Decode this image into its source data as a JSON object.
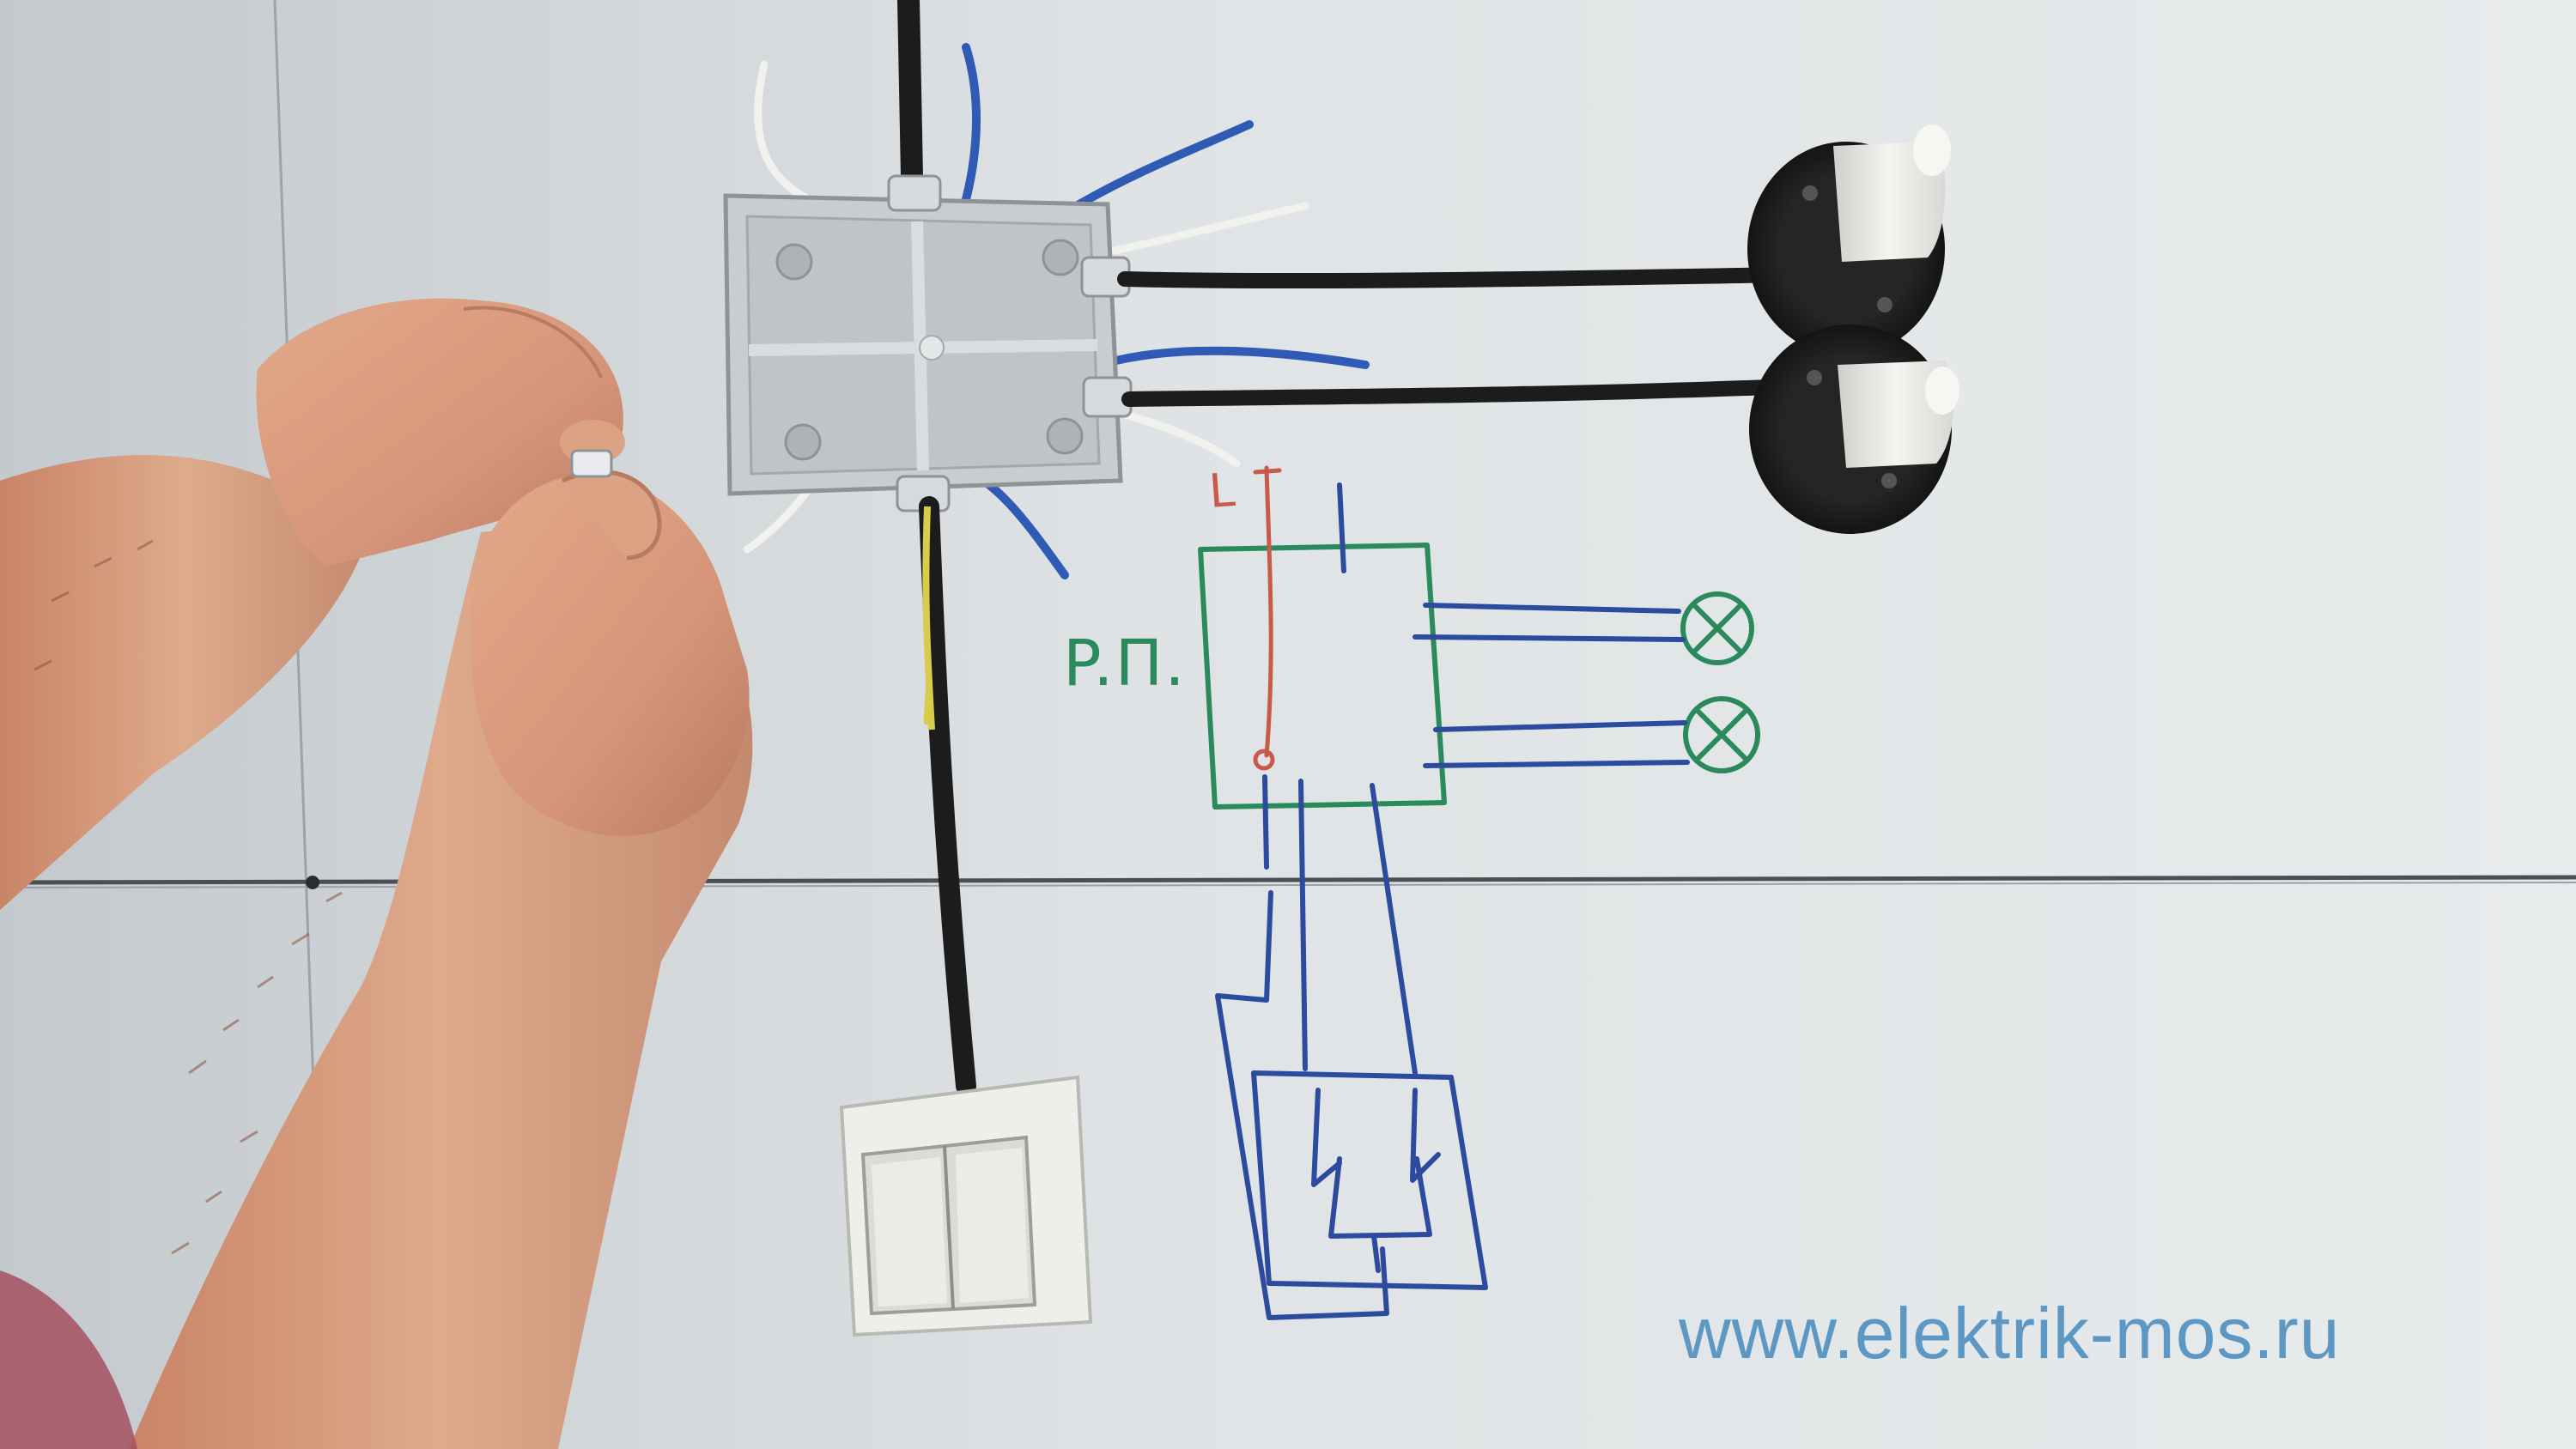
{
  "diagram": {
    "phase_label": "L",
    "panel_label": "P.П."
  },
  "watermark": {
    "text": "www.elektrik-mos.ru"
  },
  "colors": {
    "board": "#dde1e3",
    "marker_green": "#2a8a5c",
    "marker_blue": "#2c4a9e",
    "marker_red": "#c85a4c",
    "watermark": "#5d97c4",
    "wire_blue": "#2f5bb5",
    "wire_white": "#f1f1ee",
    "wire_yellow": "#d8cc4c",
    "cable_black": "#1c1c1c"
  }
}
